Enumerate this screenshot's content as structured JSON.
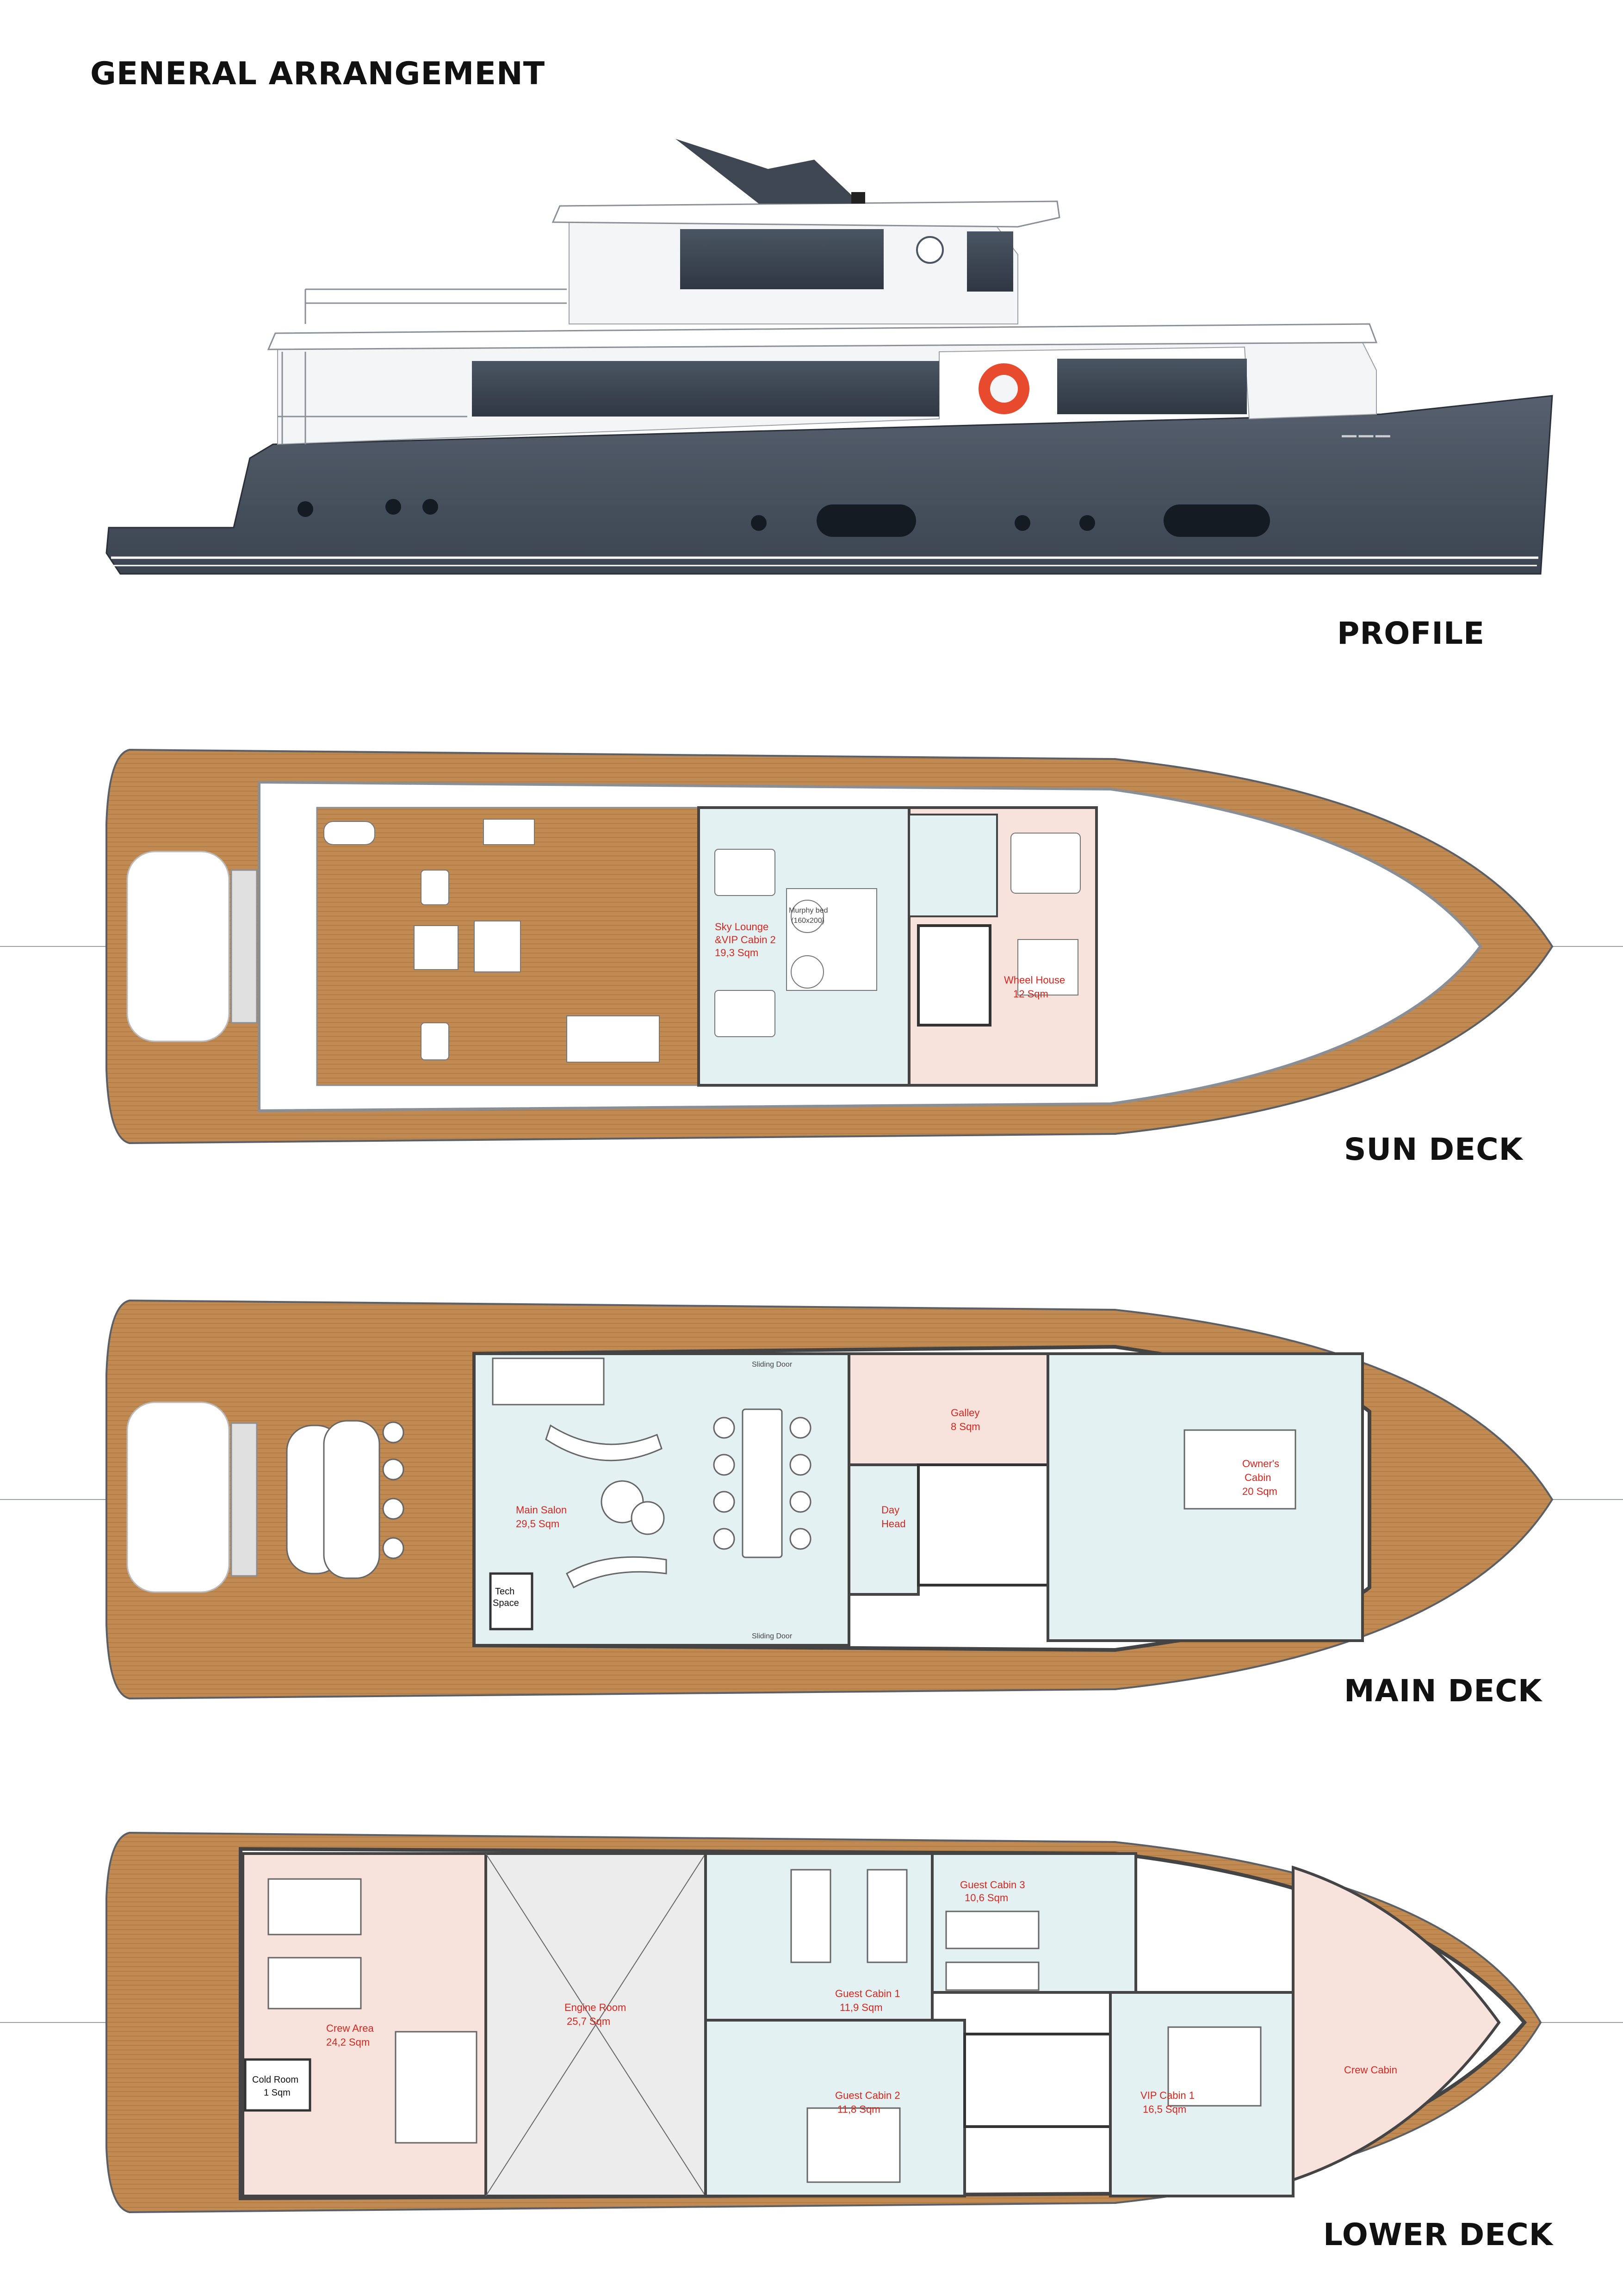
{
  "document": {
    "title": "GENERAL ARRANGEMENT",
    "views": {
      "profile": "PROFILE",
      "sun_deck": "SUN DECK",
      "main_deck": "MAIN DECK",
      "lower_deck": "LOWER DECK"
    }
  },
  "colors": {
    "teak": "#c08a52",
    "hull_grey": "#4a5462",
    "room_blue": "#e4f1f3",
    "room_pink": "#f8e3dc",
    "label_red": "#d7261e"
  },
  "sun_deck": {
    "sky_lounge": [
      "Sky Lounge",
      "&VIP Cabin 2",
      "19,3 Sqm"
    ],
    "murphy_bed": [
      "Murphy bed",
      "(160x200)"
    ],
    "wheel_house": [
      "Wheel House",
      "12 Sqm"
    ]
  },
  "main_deck": {
    "main_salon": [
      "Main Salon",
      "29,5 Sqm"
    ],
    "galley": [
      "Galley",
      "8 Sqm"
    ],
    "day_head": [
      "Day",
      "Head"
    ],
    "owners_cabin": [
      "Owner's",
      "Cabin",
      "20 Sqm"
    ],
    "tech_space": [
      "Tech",
      "Space"
    ],
    "sliding_door": "Sliding Door"
  },
  "lower_deck": {
    "engine_room": [
      "Engine Room",
      "25,7 Sqm"
    ],
    "crew_area": [
      "Crew Area",
      "24,2 Sqm"
    ],
    "cold_room": [
      "Cold Room",
      "1 Sqm"
    ],
    "guest_cabin_1": [
      "Guest Cabin 1",
      "11,9 Sqm"
    ],
    "guest_cabin_2": [
      "Guest Cabin 2",
      "11,8 Sqm"
    ],
    "guest_cabin_3": [
      "Guest Cabin 3",
      "10,6 Sqm"
    ],
    "vip_cabin_1": [
      "VIP Cabin 1",
      "16,5 Sqm"
    ],
    "crew_cabin": "Crew Cabin"
  }
}
